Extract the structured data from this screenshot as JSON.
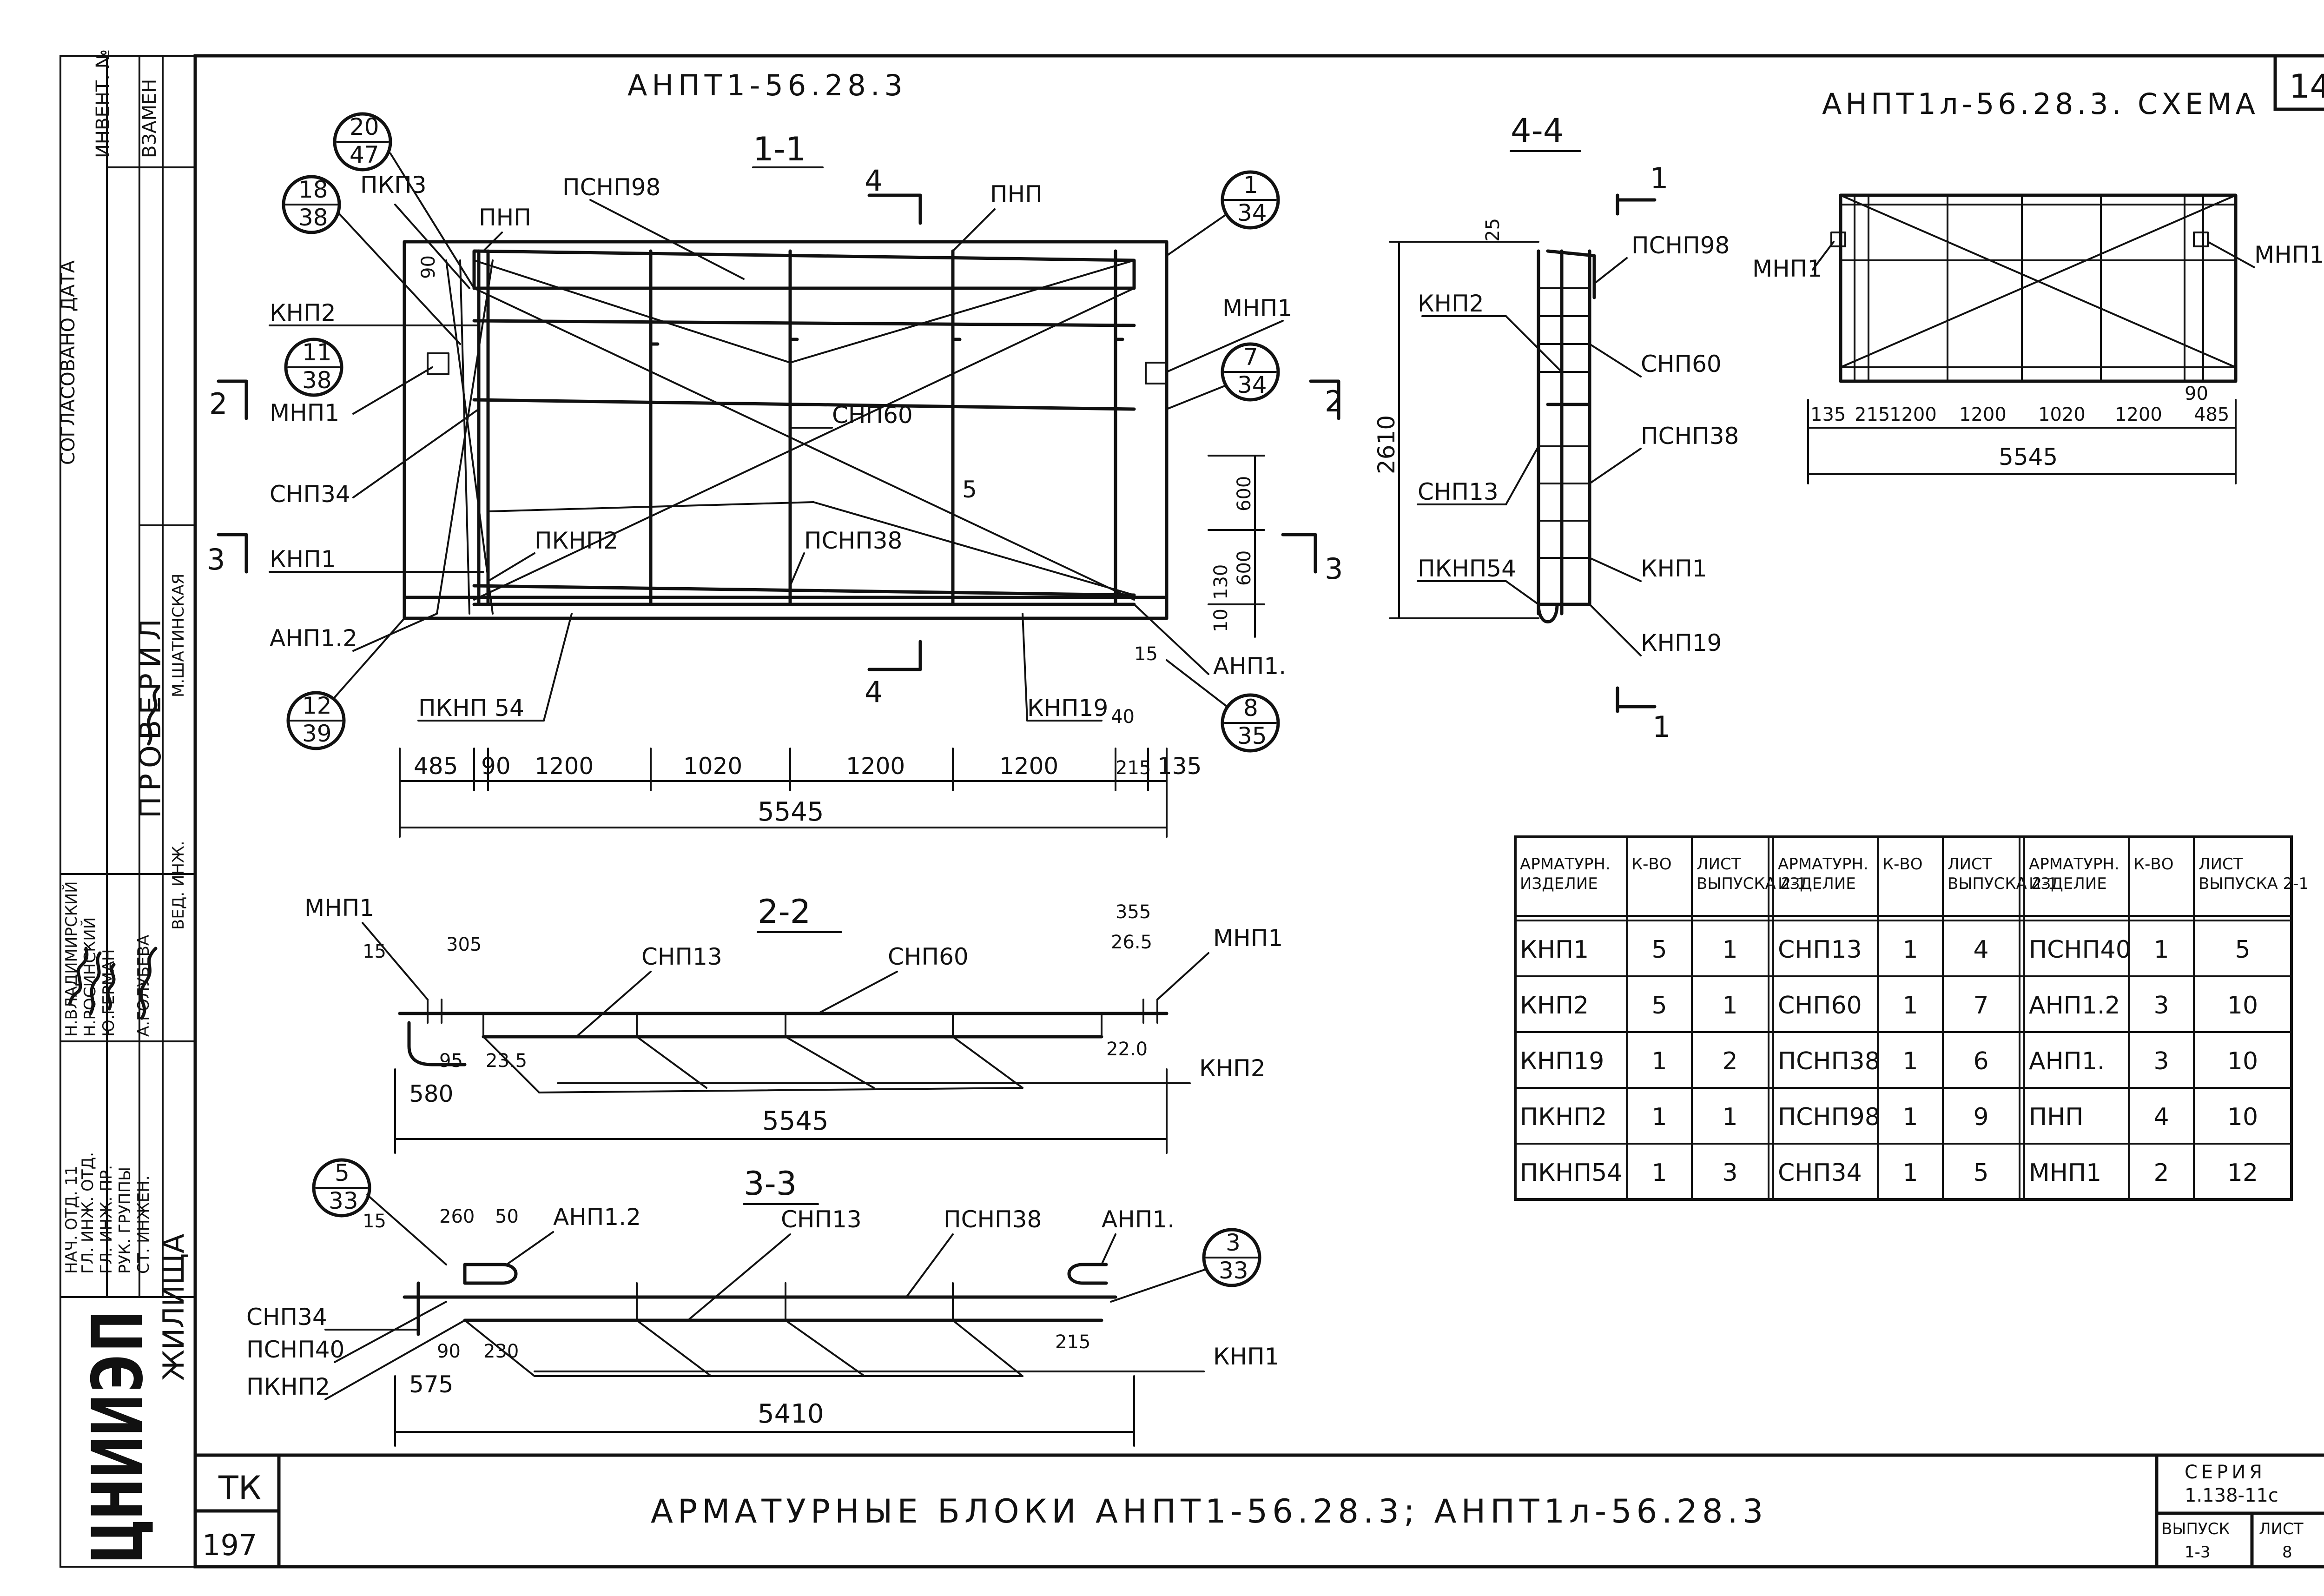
{
  "sheet_number": "14",
  "series": {
    "label": "СЕРИЯ",
    "code": "1.138-11с",
    "issue_label": "ВЫПУСК",
    "issue": "1-3",
    "page_label": "ЛИСТ",
    "page": "8"
  },
  "title_block": {
    "org": "ЦНИИЭП",
    "org_sub": "ЖИЛИЩА",
    "code": "ТК",
    "code_number": "197",
    "title": "АРМАТУРНЫЕ БЛОКИ АНПТ1-56.28.3; АНПТ1л-56.28.3",
    "verified": "ПРОВЕРИЛ",
    "roles": [
      "НАЧ. ОТД. 11",
      "ГЛ. ИНЖ. ОТД.",
      "ГЛ. ИНЖ. ПР.",
      "РУК. ГРУППЫ",
      "СТ. ИНЖЕН.",
      "ВЕД. ИНЖ."
    ],
    "names": [
      "Н.ВЛАДИМИРСКИЙ",
      "Н.РОСИНСКИЙ",
      "Ю.ГЕРМАН",
      "А.ГОЛУБЕВА",
      "М.ШАТИНСКАЯ"
    ],
    "stamp_col": [
      "ИНВЕНТ. №",
      "ВЗАМЕН"
    ],
    "signature_date_col": "СОГЛАСОВАНО ДАТА"
  },
  "drawing": {
    "main_title": "АНПТ1-56.28.3",
    "scheme_title": "АНПТ1л-56.28.3. СХЕМА",
    "section_1_1": "1-1",
    "section_2_2": "2-2",
    "section_3_3": "3-3",
    "section_4_4": "4-4",
    "cut_markers": [
      "4",
      "4",
      "2",
      "2",
      "3",
      "3",
      "1",
      "1"
    ],
    "labels_1_1": [
      "ПКП3",
      "ПНП",
      "ПСНП98",
      "ПНП",
      "КНП2",
      "МНП1",
      "МНП1",
      "СНП60",
      "СНП34",
      "ПКНП2",
      "ПСНП38",
      "КНП1",
      "АНП1.2",
      "АНП1.",
      "ПКНП 54",
      "КНП19",
      "5"
    ],
    "callouts_1_1": [
      {
        "top": "20",
        "bottom": "47"
      },
      {
        "top": "18",
        "bottom": "38"
      },
      {
        "top": "11",
        "bottom": "38"
      },
      {
        "top": "12",
        "bottom": "39"
      },
      {
        "top": "1",
        "bottom": "34"
      },
      {
        "top": "7",
        "bottom": "34"
      },
      {
        "top": "8",
        "bottom": "35"
      }
    ],
    "dims_1_1": {
      "bottom": [
        "485",
        "90",
        "1200",
        "1020",
        "1200",
        "1200",
        "215",
        "135"
      ],
      "total": "5545",
      "top_left": "90",
      "right": [
        "600",
        "600",
        "130",
        "10"
      ],
      "misc": [
        "15",
        "40"
      ]
    },
    "labels_4_4": [
      "ПСНП98",
      "КНП2",
      "СНП60",
      "ПСНП38",
      "СНП13",
      "КНП1",
      "ПКНП54",
      "КНП19"
    ],
    "dims_4_4": [
      "25",
      "2610"
    ],
    "labels_scheme": [
      "МНП1",
      "МНП1"
    ],
    "dims_scheme": {
      "parts": [
        "135",
        "215",
        "1200",
        "1200",
        "1020",
        "1200",
        "90",
        "485"
      ],
      "total": "5545"
    },
    "labels_2_2": [
      "МНП1",
      "СНП13",
      "СНП60",
      "МНП1",
      "КНП2"
    ],
    "dims_2_2": [
      "15",
      "305",
      "355",
      "26.5",
      "95",
      "23.5",
      "580",
      "22.0",
      "5545"
    ],
    "labels_3_3": [
      "АНП1.2",
      "СНП13",
      "ПСНП38",
      "АНП1.",
      "СНП34",
      "ПСНП40",
      "ПКНП2",
      "КНП1"
    ],
    "callouts_3_3": [
      {
        "top": "5",
        "bottom": "33"
      },
      {
        "top": "3",
        "bottom": "33"
      }
    ],
    "dims_3_3": [
      "15",
      "260",
      "50",
      "90",
      "230",
      "575",
      "215",
      "5410"
    ]
  },
  "spec_table": {
    "headers": [
      "АРМАТУРН. ИЗДЕЛИЕ",
      "К-ВО",
      "ЛИСТ ВЫПУСКА 2-1",
      "АРМАТУРН. ИЗДЕЛИЕ",
      "К-ВО",
      "ЛИСТ ВЫПУСКА 2-1",
      "АРМАТУРН. ИЗДЕЛИЕ",
      "К-ВО",
      "ЛИСТ ВЫПУСКА 2-1"
    ],
    "rows": [
      [
        "КНП1",
        "5",
        "1",
        "СНП13",
        "1",
        "4",
        "ПСНП40",
        "1",
        "5"
      ],
      [
        "КНП2",
        "5",
        "1",
        "СНП60",
        "1",
        "7",
        "АНП1.2",
        "3",
        "10"
      ],
      [
        "КНП19",
        "1",
        "2",
        "ПСНП38",
        "1",
        "6",
        "АНП1.",
        "3",
        "10"
      ],
      [
        "ПКНП2",
        "1",
        "1",
        "ПСНП98",
        "1",
        "9",
        "ПНП",
        "4",
        "10"
      ],
      [
        "ПКНП54",
        "1",
        "3",
        "СНП34",
        "1",
        "5",
        "МНП1",
        "2",
        "12"
      ]
    ]
  }
}
